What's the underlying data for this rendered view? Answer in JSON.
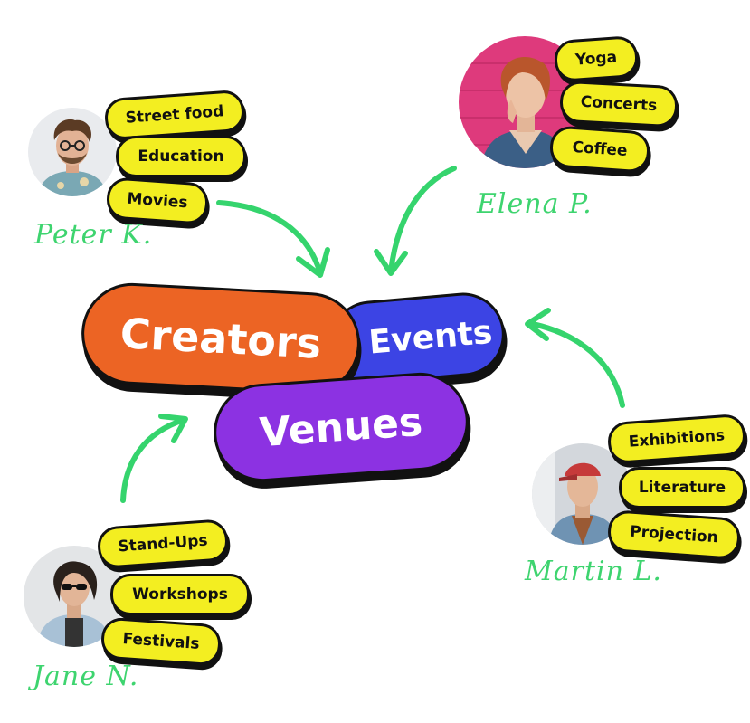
{
  "colors": {
    "tag": "#f3ee21",
    "outline": "#111111",
    "name": "#3ed46f",
    "arrow": "#35d46d",
    "creators": "#ec6424",
    "events": "#3c44e4",
    "venues": "#8c32e2"
  },
  "center": {
    "creators": "Creators",
    "events": "Events",
    "venues": "Venues"
  },
  "people": {
    "peter": {
      "name": "Peter K.",
      "tags": [
        "Street food",
        "Education",
        "Movies"
      ]
    },
    "elena": {
      "name": "Elena P.",
      "tags": [
        "Yoga",
        "Concerts",
        "Coffee"
      ]
    },
    "martin": {
      "name": "Martin L.",
      "tags": [
        "Exhibitions",
        "Literature",
        "Projection"
      ]
    },
    "jane": {
      "name": "Jane N.",
      "tags": [
        "Stand-Ups",
        "Workshops",
        "Festivals"
      ]
    }
  }
}
